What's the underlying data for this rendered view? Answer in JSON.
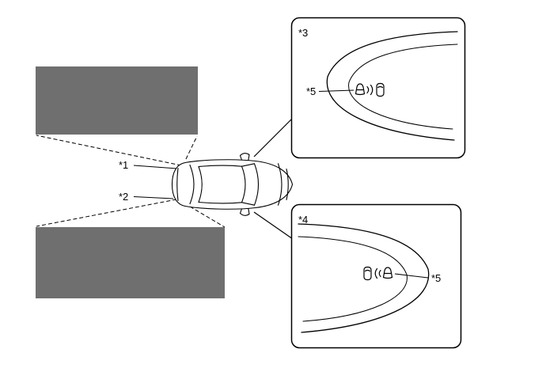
{
  "figure": {
    "annotations": {
      "a1": "*1",
      "a2": "*2",
      "a3": "*3",
      "a4": "*4",
      "a5_left": "*5",
      "a5_right": "*5"
    },
    "colors": {
      "zone_fill": "#6f6f6f",
      "line": "#000000",
      "background": "#ffffff"
    },
    "icons": {
      "left_mirror_indicator": "bsm-indicator-icon",
      "right_mirror_indicator": "bsm-indicator-icon"
    }
  }
}
